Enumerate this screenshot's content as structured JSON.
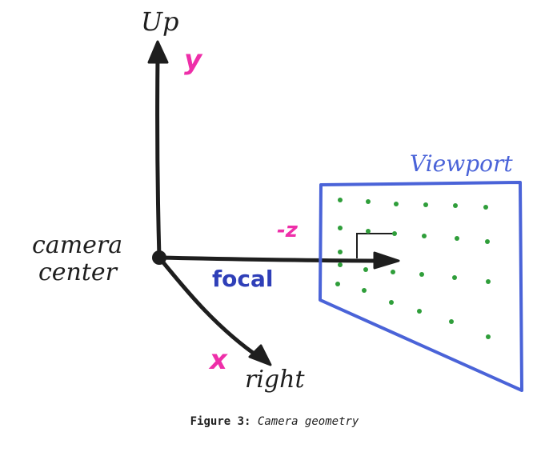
{
  "diagram": {
    "labels": {
      "up": "Up",
      "y": "y",
      "camera_center_line1": "camera",
      "camera_center_line2": "center",
      "minus_z": "-z",
      "focal": "focal",
      "x": "x",
      "right": "right",
      "viewport": "Viewport"
    },
    "colors": {
      "ink": "#1e1e1e",
      "axis_label": "#ee2fa9",
      "focal": "#2f3fb8",
      "viewport_border": "#4a63d8",
      "pixel_dot": "#2f9e3a"
    }
  },
  "caption": {
    "label": "Figure 3:",
    "text": "Camera geometry"
  }
}
